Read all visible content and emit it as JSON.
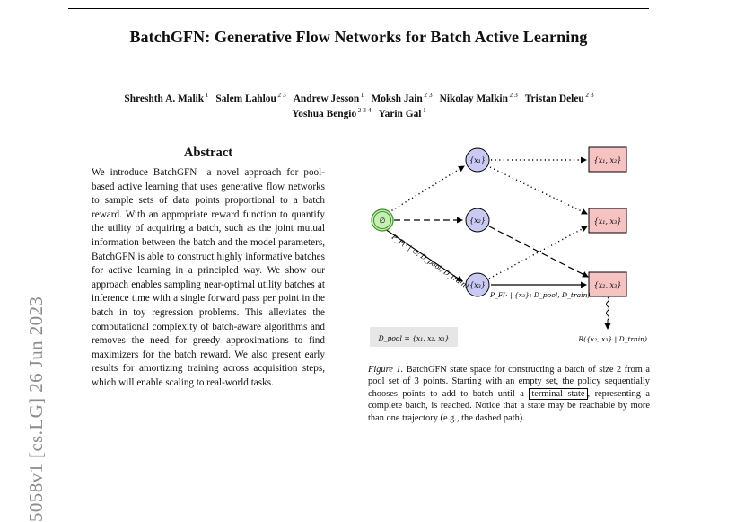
{
  "paper": {
    "title": "BatchGFN: Generative Flow Networks for Batch Active Learning",
    "authors_line_1": [
      {
        "name": "Shreshth A. Malik",
        "affil": "1"
      },
      {
        "name": "Salem Lahlou",
        "affil": "2 3"
      },
      {
        "name": "Andrew Jesson",
        "affil": "1"
      },
      {
        "name": "Moksh Jain",
        "affil": "2 3"
      },
      {
        "name": "Nikolay Malkin",
        "affil": "2 3"
      },
      {
        "name": "Tristan Deleu",
        "affil": "2 3"
      }
    ],
    "authors_line_2": [
      {
        "name": "Yoshua Bengio",
        "affil": "2 3 4"
      },
      {
        "name": "Yarin Gal",
        "affil": "1"
      }
    ],
    "arxiv_stamp": "5058v1  [cs.LG]  26 Jun 2023"
  },
  "abstract": {
    "heading": "Abstract",
    "body": "We introduce BatchGFN—a novel approach for pool-based active learning that uses generative flow networks to sample sets of data points proportional to a batch reward. With an appropriate reward function to quantify the utility of acquiring a batch, such as the joint mutual information between the batch and the model parameters, BatchGFN is able to construct highly informative batches for active learning in a principled way. We show our approach enables sampling near-optimal utility batches at inference time with a single forward pass per point in the batch in toy regression problems. This alleviates the computational complexity of batch-aware algorithms and removes the need for greedy approximations to find maximizers for the batch reward. We also present early results for amortizing training across acquisition steps, which will enable scaling to real-world tasks."
  },
  "figure": {
    "colors": {
      "start": "#c6efb5",
      "start_stroke": "#3f8f2a",
      "single": "#c9c9f4",
      "pair": "#f6c2c2"
    },
    "nodes": {
      "empty": "∅",
      "x1": "{x₁}",
      "x2": "{x₂}",
      "x3": "{x₃}",
      "x1x2": "{x₁, x₂}",
      "x1x3": "{x₁, x₃}",
      "x2x3": "{x₂, x₃}"
    },
    "edge_label_start": "P_F(· | ∅; D_pool, D_train)",
    "edge_label_x3": "P_F(· | {x₃}; D_pool, D_train)",
    "pool_box": "D_pool = {x₁, x₂, x₃}",
    "reward_label": "R({x₂, x₃} | D_train)"
  },
  "caption": {
    "label": "Figure 1.",
    "text_before": " BatchGFN state space for constructing a batch of size 2 from a pool set of 3 points. Starting with an empty set, the policy sequentially chooses points to add to batch until a ",
    "boxed": "terminal state",
    "text_after": ", representing a complete batch, is reached. Notice that a state may be reachable by more than one trajectory (e.g., the dashed path)."
  }
}
